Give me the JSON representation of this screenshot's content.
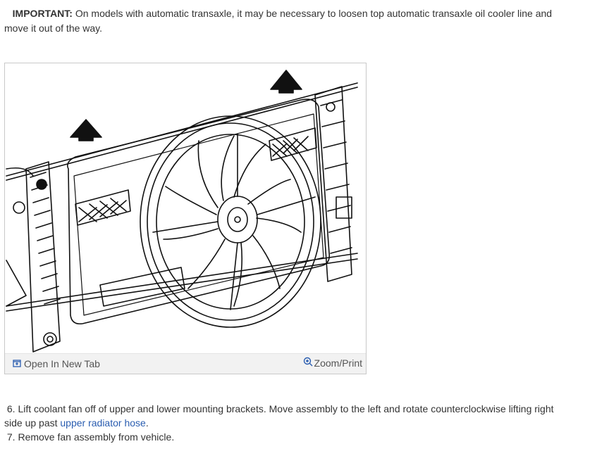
{
  "note": {
    "label": "IMPORTANT:",
    "text": " On models with automatic transaxle, it may be necessary to loosen top automatic transaxle oil cooler line and move it out of the way."
  },
  "figure": {
    "open_tab_label": "Open In New Tab",
    "zoom_label": "Zoom/Print",
    "open_tab_icon": "open-new-tab-icon",
    "zoom_icon": "zoom-in-icon"
  },
  "steps": {
    "step6_before": "6. Lift coolant fan off of upper and lower mounting brackets. Move assembly to the left and rotate counterclockwise lifting right side up past ",
    "step6_link": "upper radiator hose",
    "step6_after": ".",
    "step7": "7. Remove fan assembly from vehicle."
  },
  "colors": {
    "link": "#2a5db0",
    "text": "#333333"
  }
}
